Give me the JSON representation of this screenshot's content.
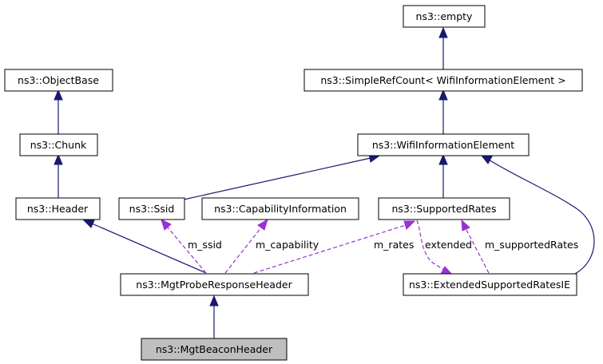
{
  "nodes": {
    "empty": "ns3::empty",
    "simple_ref_count": "ns3::SimpleRefCount< WifiInformationElement >",
    "object_base": "ns3::ObjectBase",
    "chunk": "ns3::Chunk",
    "header": "ns3::Header",
    "wifi_information_element": "ns3::WifiInformationElement",
    "ssid": "ns3::Ssid",
    "capability_information": "ns3::CapabilityInformation",
    "supported_rates": "ns3::SupportedRates",
    "mgt_probe_response_header": "ns3::MgtProbeResponseHeader",
    "extended_supported_rates_ie": "ns3::ExtendedSupportedRatesIE",
    "mgt_beacon_header": "ns3::MgtBeaconHeader"
  },
  "edge_labels": {
    "m_ssid": "m_ssid",
    "m_capability": "m_capability",
    "m_rates": "m_rates",
    "extended": "extended",
    "m_supported_rates": "m_supportedRates"
  },
  "colors": {
    "inheritance_edge": "#191970",
    "member_edge": "#9a32cd",
    "focus_node_fill": "#bfbfbf"
  }
}
